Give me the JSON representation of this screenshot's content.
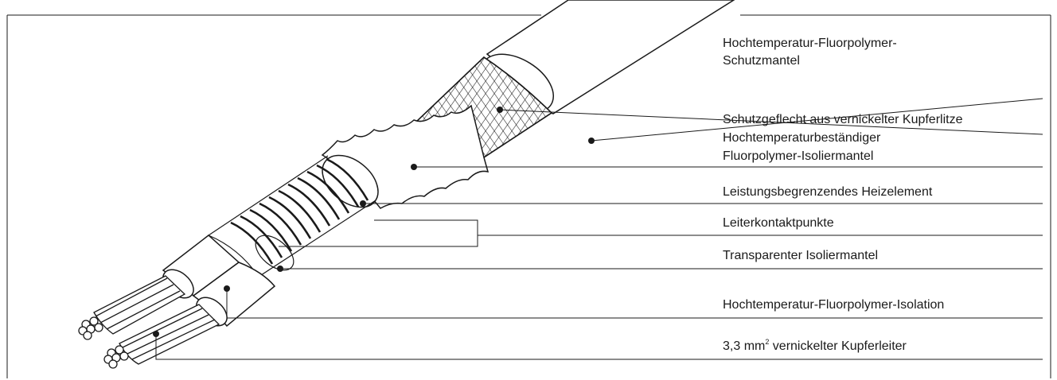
{
  "labels": {
    "outer_jacket_l1": "Hochtemperatur-Fluorpolymer-",
    "outer_jacket_l2": "Schutzmantel",
    "braid": "Schutzgeflecht aus vernickelter Kupferlitze",
    "inner_jacket_l1": "Hochtemperaturbeständiger",
    "inner_jacket_l2": "Fluorpolymer-Isoliermantel",
    "heating_element": "Leistungsbegrenzendes Heizelement",
    "contact_points": "Leiterkontaktpunkte",
    "transparent_jacket": "Transparenter Isoliermantel",
    "conductor_insulation": "Hochtemperatur-Fluorpolymer-Isolation",
    "conductor_prefix": "3,3 mm",
    "conductor_sup": "2",
    "conductor_suffix": " vernickelter Kupferleiter"
  },
  "colors": {
    "line": "#1a1a1a",
    "background": "#ffffff"
  }
}
